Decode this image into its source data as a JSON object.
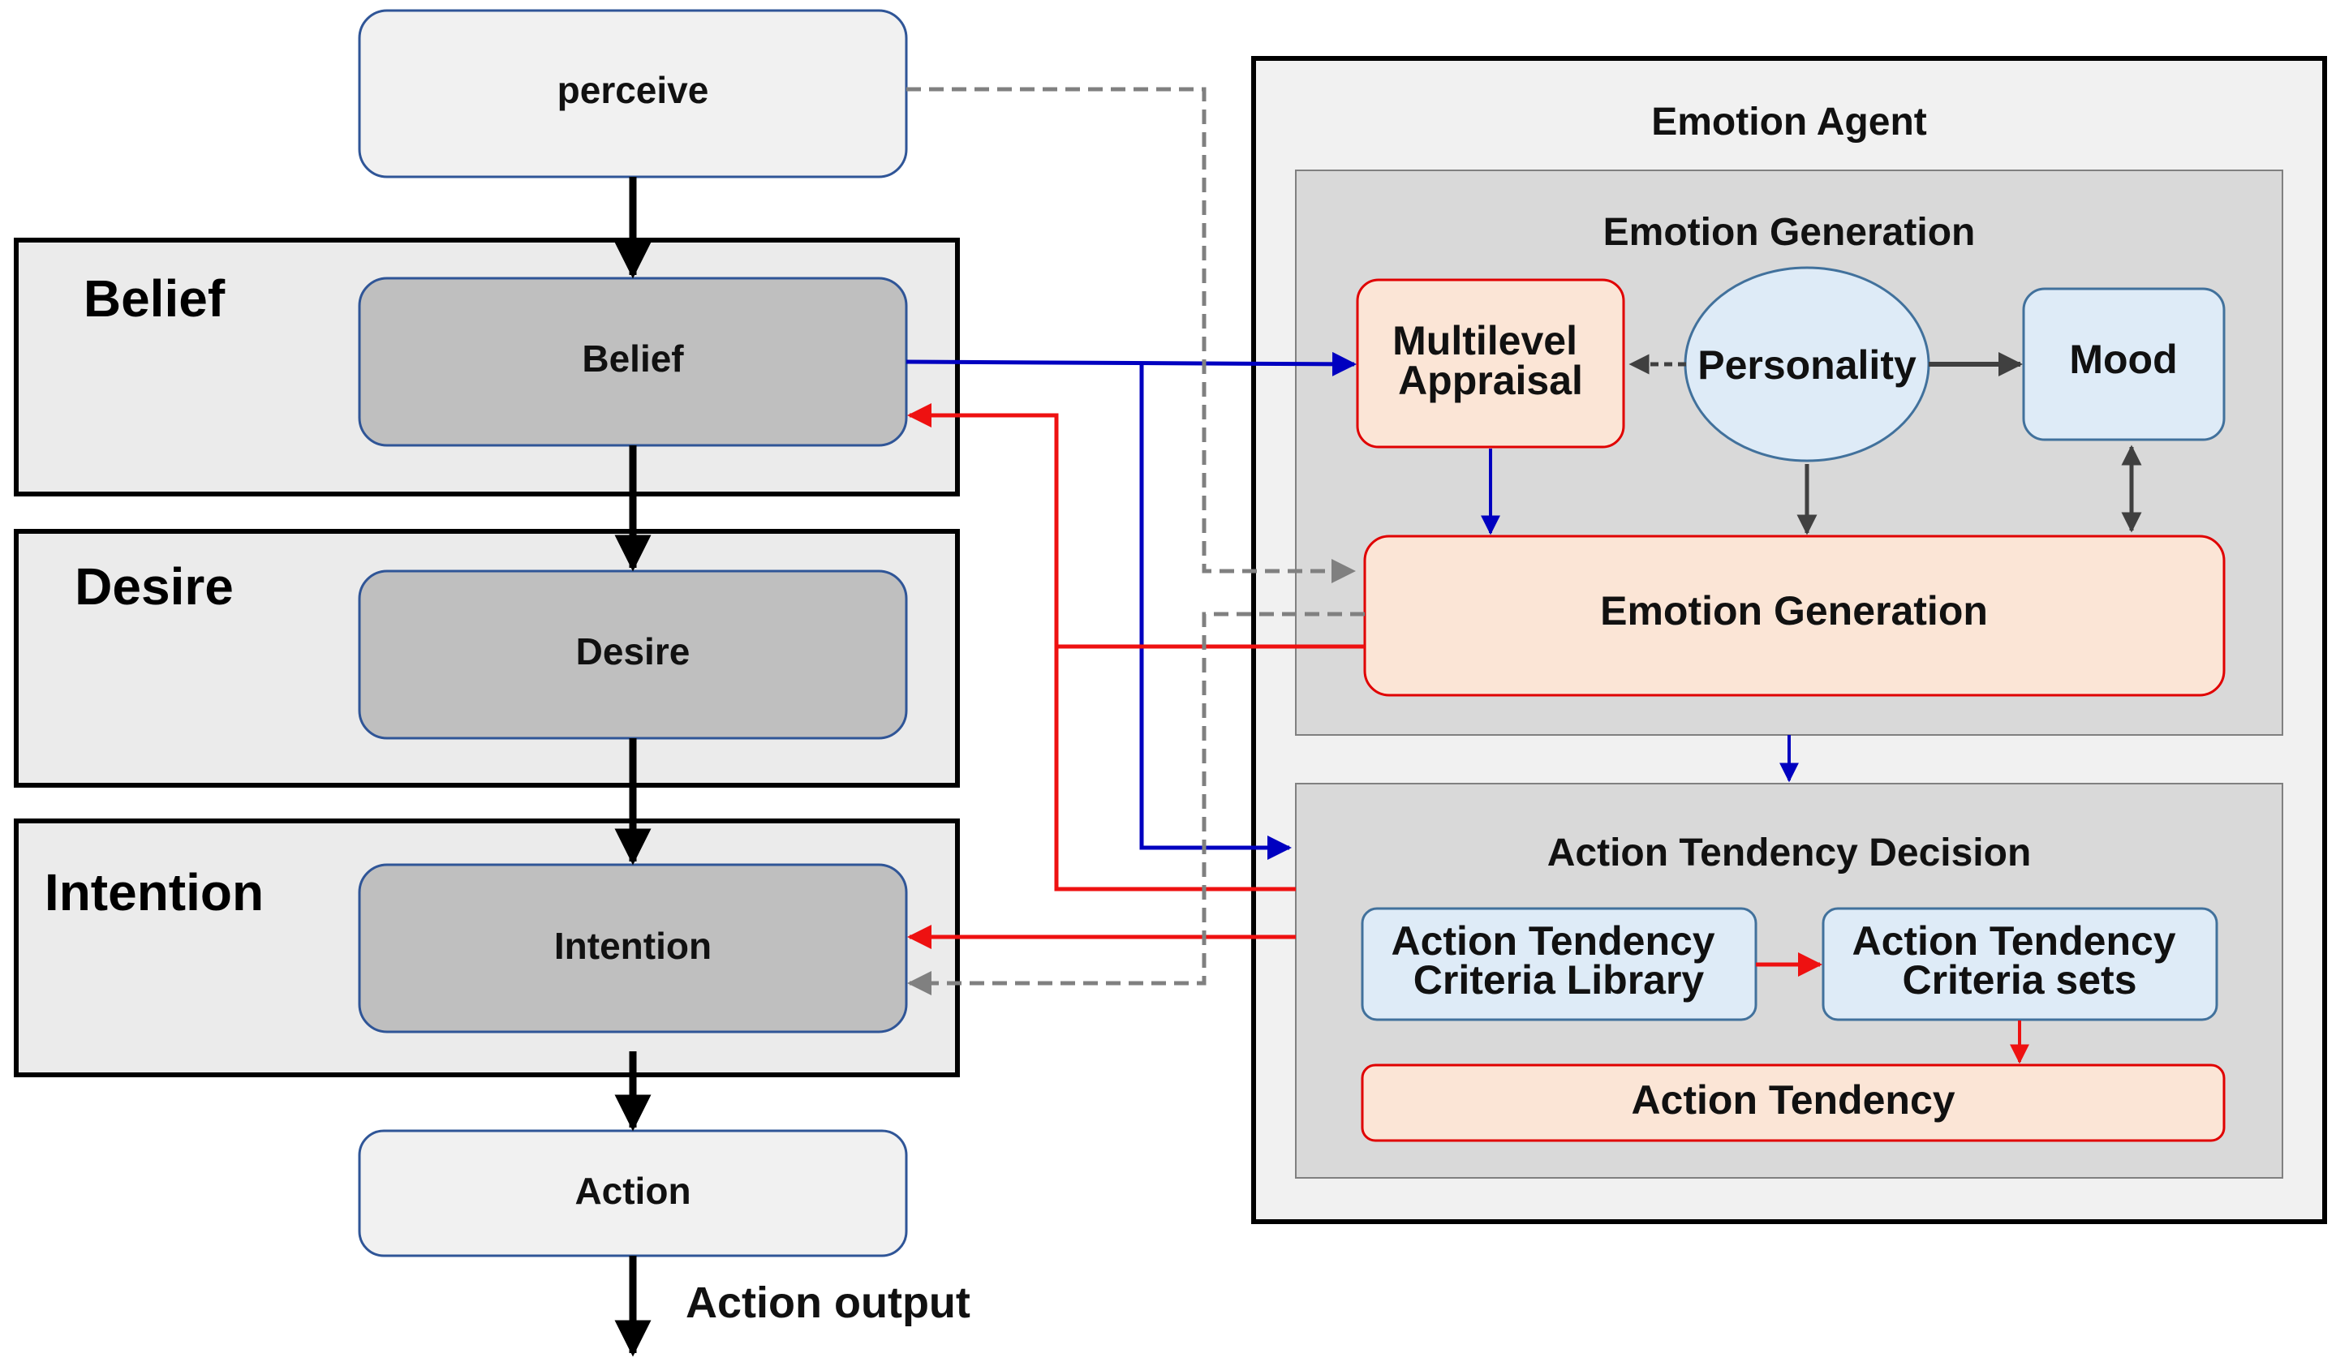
{
  "colors": {
    "black_flow": "#000000",
    "blue_flow": "#0000c0",
    "red_flow": "#ee1111",
    "gray_dashed": "#808080",
    "dark_gray": "#404040",
    "light_box_fill": "#f1f1f1",
    "light_box_stroke": "#2f5597",
    "dark_box_fill": "#bfbfbf",
    "section_fill": "#ebebeb",
    "panel_fill": "#d9d9d9",
    "salmon_fill": "#fbe5d6",
    "salmon_stroke": "#e00000",
    "blue_fill": "#deebf7",
    "blue_stroke": "#41719c"
  },
  "bdi": {
    "sections": {
      "belief": "Belief",
      "desire": "Desire",
      "intention": "Intention"
    },
    "nodes": {
      "perceive": "perceive",
      "belief": "Belief",
      "desire": "Desire",
      "intention": "Intention",
      "action": "Action"
    },
    "output_label": "Action output"
  },
  "emotion_agent": {
    "title": "Emotion Agent",
    "emotion_generation_panel": {
      "title": "Emotion Generation",
      "multilevel_appraisal": [
        "Multilevel",
        "Appraisal"
      ],
      "personality": "Personality",
      "mood": "Mood",
      "emotion_generation": "Emotion Generation"
    },
    "action_tendency_panel": {
      "title": "Action Tendency Decision",
      "criteria_library": [
        "Action Tendency",
        "Criteria Library"
      ],
      "criteria_sets": [
        "Action Tendency",
        "Criteria sets"
      ],
      "action_tendency": "Action Tendency"
    }
  }
}
